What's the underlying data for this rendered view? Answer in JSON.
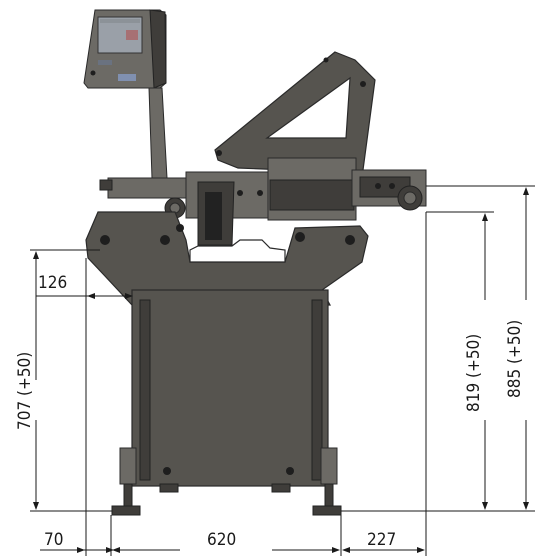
{
  "dimensions": {
    "overhang": "126",
    "height_left": "707 (+50)",
    "height_mid": "819 (+50)",
    "height_right": "885 (+50)",
    "gap_left": "70",
    "width_main": "620",
    "gap_right": "227"
  },
  "colors": {
    "machine_body": "#56544f",
    "screen": "#9aa0a8",
    "background": "#ffffff"
  }
}
